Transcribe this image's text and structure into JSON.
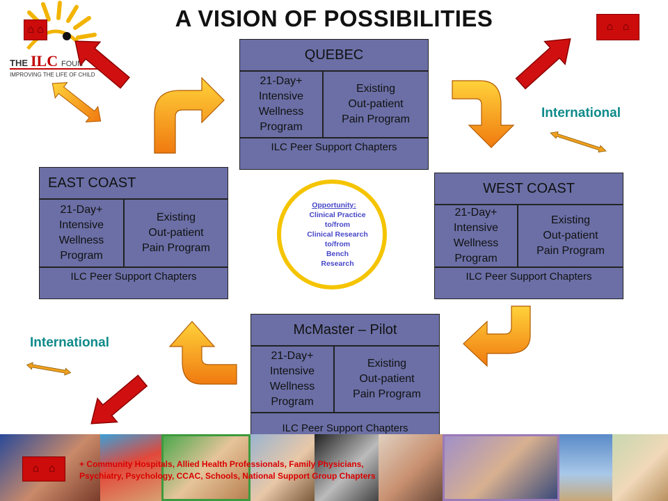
{
  "title": "A VISION OF POSSIBILITIES",
  "logo": {
    "text": "THE ILC FOUNDATION",
    "tagline": "IMPROVING THE LIFE OF CHILDREN"
  },
  "regions": {
    "quebec": {
      "name": "QUEBEC",
      "program_left": "21-Day+\nIntensive\nWellness\nProgram",
      "program_right": "Existing\nOut-patient\nPain Program",
      "peer": "ILC Peer Support Chapters"
    },
    "east_coast": {
      "name": "EAST COAST",
      "program_left": "21-Day+\nIntensive\nWellness\nProgram",
      "program_right": "Existing\nOut-patient\nPain Program",
      "peer": "ILC Peer Support Chapters"
    },
    "west_coast": {
      "name": "WEST COAST",
      "program_left": "21-Day+\nIntensive\nWellness\nProgram",
      "program_right": "Existing\nOut-patient\nPain Program",
      "peer": "ILC Peer Support Chapters"
    },
    "mcmaster": {
      "name": "McMaster – Pilot",
      "program_left": "21-Day+\nIntensive\nWellness\nProgram",
      "program_right": "Existing\nOut-patient\nPain Program",
      "peer": "ILC Peer Support Chapters"
    }
  },
  "opportunity": {
    "heading": "Opportunity:",
    "lines": "Clinical Practice\nto/from\nClinical  Research\nto/from\nBench\nResearch"
  },
  "international_right": "International",
  "international_left": "International",
  "footer": {
    "line1": "+ Community Hospitals, Allied Health Professionals, Family Physicians,",
    "line2": "Psychiatry, Psychology, CCAC, Schools, National Support Group Chapters"
  },
  "icons": {
    "home_buttons": [
      "home-icon",
      "home-icon"
    ],
    "arrow_colors": {
      "red": "#d01010",
      "orange_gradient_top": "#ffd23a",
      "orange_gradient_bottom": "#f07a10"
    }
  },
  "colors": {
    "region_fill": "#6b6fa6",
    "international": "#0f8a8a",
    "footer_text": "#d90000",
    "circle": "#f5c400"
  }
}
